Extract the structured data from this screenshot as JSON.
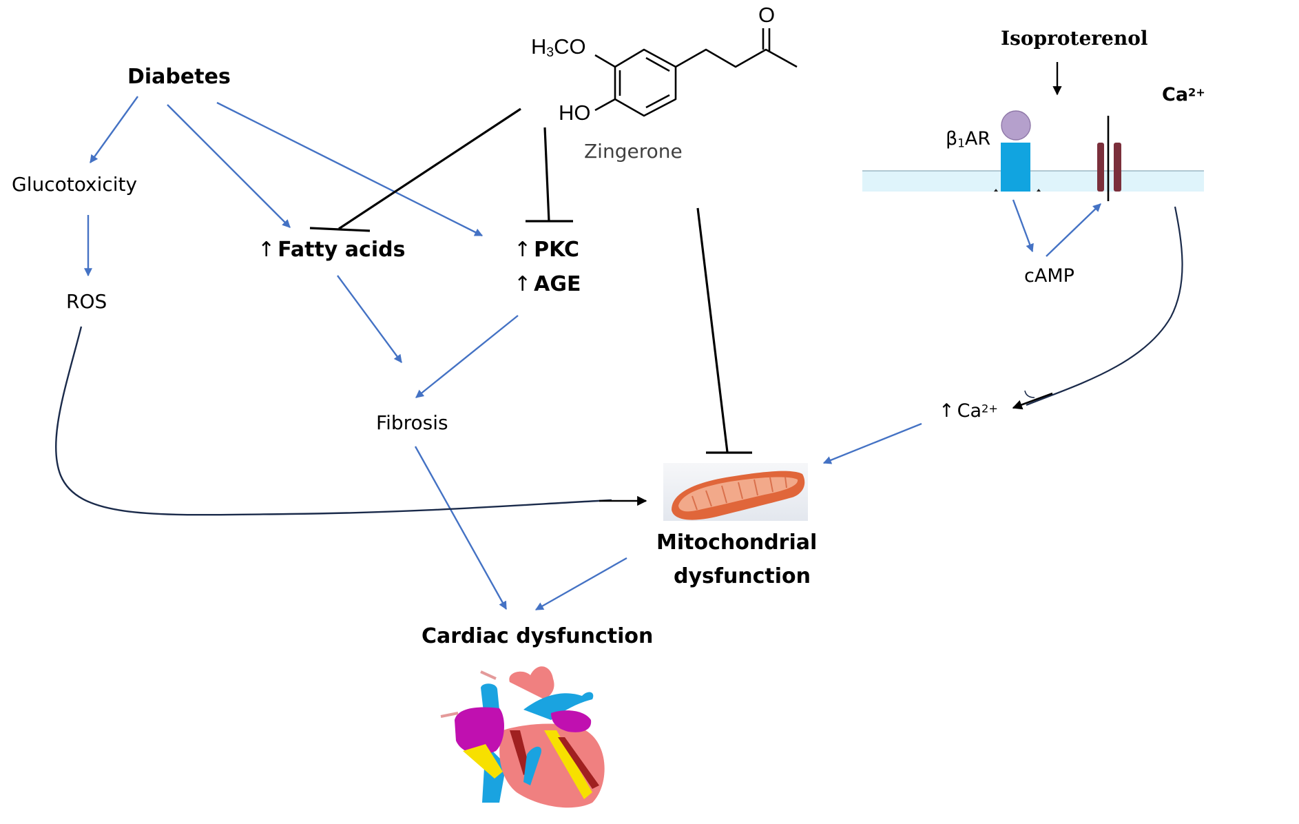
{
  "nodes": {
    "diabetes": "Diabetes",
    "glucotoxicity": "Glucotoxicity",
    "ros": "ROS",
    "fatty_acids": "Fatty acids",
    "pkc": "PKC",
    "age": "AGE",
    "fibrosis": "Fibrosis",
    "mitochondrial_dysfunction_line1": "Mitochondrial",
    "mitochondrial_dysfunction_line2": "dysfunction",
    "cardiac_dysfunction": "Cardiac dysfunction",
    "isoproterenol": "Isoproterenol",
    "beta1ar_prefix": "β",
    "beta1ar_sub": "1",
    "beta1ar_suffix": "AR",
    "camp": "cAMP",
    "ca_channel_label": "Ca",
    "ca_channel_charge": "2+",
    "ca_increase_label": "Ca",
    "ca_increase_charge": "2+",
    "increase_symbol": "↑"
  },
  "zingerone": {
    "name": "Zingerone",
    "h3co_h": "H",
    "h3co_sub": "3",
    "h3co_rest": "CO",
    "ho": "HO",
    "carbonyl_o": "O"
  },
  "edges": [
    {
      "from": "Diabetes",
      "to": "Glucotoxicity",
      "type": "activation"
    },
    {
      "from": "Diabetes",
      "to": "Fatty acids",
      "type": "activation"
    },
    {
      "from": "Diabetes",
      "to": "PKC/AGE",
      "type": "activation"
    },
    {
      "from": "Glucotoxicity",
      "to": "ROS",
      "type": "activation"
    },
    {
      "from": "ROS",
      "to": "Mitochondrial dysfunction",
      "type": "activation"
    },
    {
      "from": "Fatty acids",
      "to": "Fibrosis",
      "type": "activation"
    },
    {
      "from": "PKC/AGE",
      "to": "Fibrosis",
      "type": "activation"
    },
    {
      "from": "Fibrosis",
      "to": "Cardiac dysfunction",
      "type": "activation"
    },
    {
      "from": "Mitochondrial dysfunction",
      "to": "Cardiac dysfunction",
      "type": "activation"
    },
    {
      "from": "Zingerone",
      "to": "Fatty acids",
      "type": "inhibition"
    },
    {
      "from": "Zingerone",
      "to": "PKC/AGE",
      "type": "inhibition"
    },
    {
      "from": "Zingerone",
      "to": "Mitochondrial dysfunction",
      "type": "inhibition"
    },
    {
      "from": "Isoproterenol",
      "to": "β1AR",
      "type": "activation"
    },
    {
      "from": "β1AR",
      "to": "cAMP",
      "type": "activation"
    },
    {
      "from": "cAMP",
      "to": "Ca2+ channel",
      "type": "activation"
    },
    {
      "from": "Ca2+ channel",
      "to": "↑ Ca2+",
      "type": "activation"
    },
    {
      "from": "↑ Ca2+",
      "to": "Mitochondrial dysfunction",
      "type": "activation"
    }
  ],
  "colors": {
    "activation_arrow": "#4472c4",
    "inhibition_line": "#000000",
    "curve_dark": "#1a2a4a",
    "membrane": "#dff4fb",
    "membrane_edge": "#9bb7c4",
    "receptor_body": "#11a4e0",
    "receptor_ligand": "#b5a0cc",
    "channel": "#7b2f3b",
    "mito_outer": "#e0663a",
    "mito_inner": "#f2a98a"
  }
}
